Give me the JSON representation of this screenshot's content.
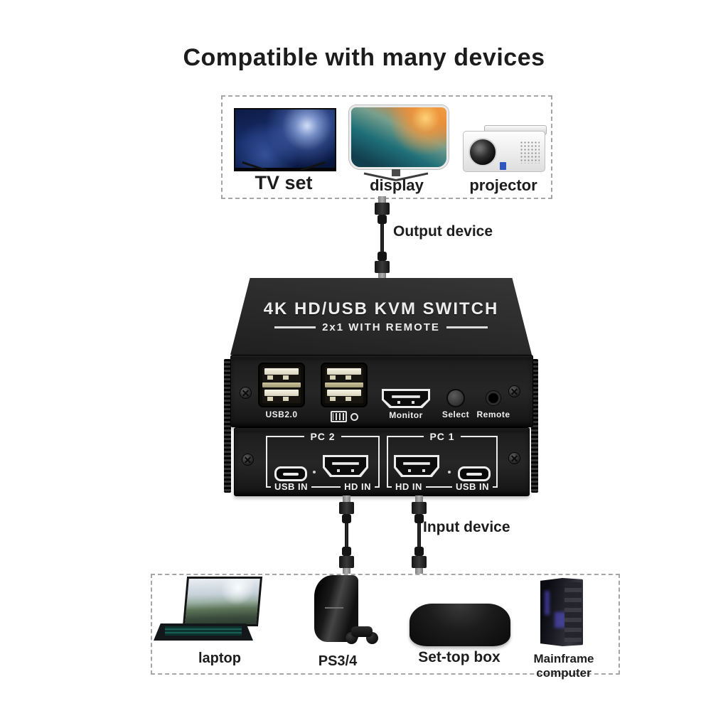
{
  "title": "Compatible with many devices",
  "output_section": {
    "label": "Output device",
    "devices": [
      {
        "name": "tv",
        "label": "TV set"
      },
      {
        "name": "display",
        "label": "display"
      },
      {
        "name": "projector",
        "label": "projector"
      }
    ]
  },
  "kvm_switch": {
    "top_title": "4K HD/USB KVM SWITCH",
    "top_subtitle": "2x1 WITH REMOTE",
    "front_panel": {
      "usb_label": "USB2.0",
      "monitor_label": "Monitor",
      "select_label": "Select",
      "remote_label": "Remote"
    },
    "rear_panel": {
      "pc2": {
        "label": "PC 2",
        "ports": [
          "USB IN",
          "HD IN"
        ]
      },
      "pc1": {
        "label": "PC 1",
        "ports": [
          "HD IN",
          "USB IN"
        ]
      }
    }
  },
  "input_section": {
    "label": "Input device",
    "devices": [
      {
        "name": "laptop",
        "label": "laptop"
      },
      {
        "name": "ps",
        "label": "PS3/4"
      },
      {
        "name": "settop",
        "label": "Set-top box"
      },
      {
        "name": "mainframe",
        "label": "Mainframe computer"
      }
    ]
  },
  "colors": {
    "background": "#ffffff",
    "text": "#1b1b1b",
    "dashed_border": "#a6a6a6",
    "device_black": "#1e1e1e",
    "panel_text": "#f0f0f0",
    "usb_cream": "#e6e2d2",
    "accent_blue": "#2f55c0"
  }
}
